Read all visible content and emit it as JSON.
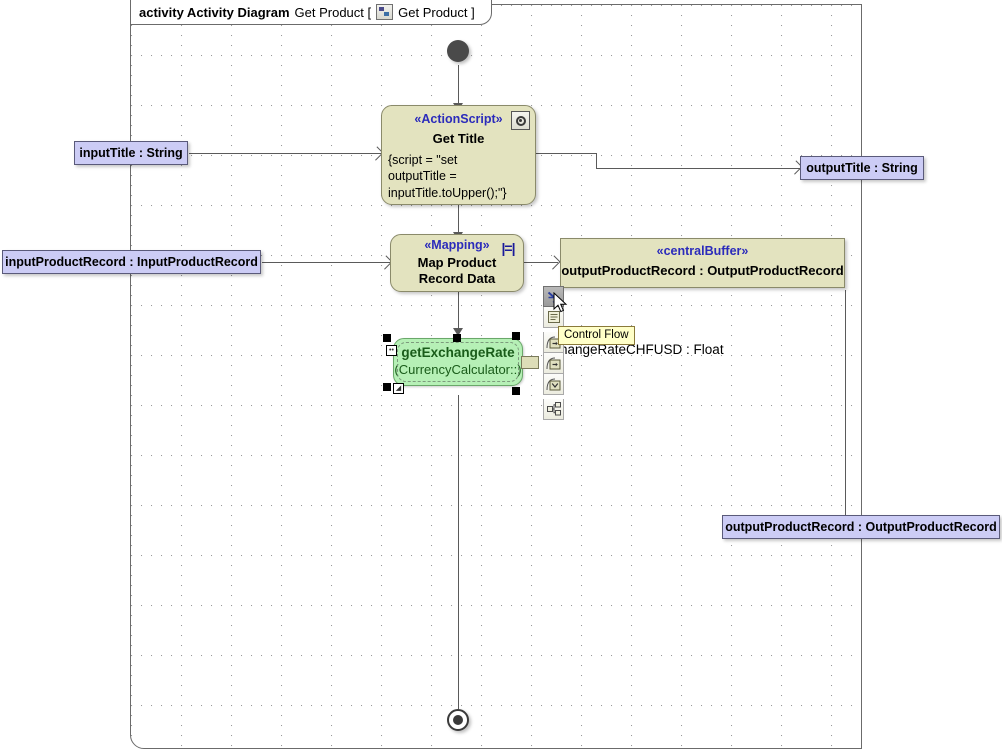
{
  "frame": {
    "keyword": "activity Activity Diagram",
    "name": "Get Product [",
    "icon": "activity-diagram-icon",
    "context": "Get Product ]"
  },
  "nodes": {
    "initial": {
      "name": "initial-node"
    },
    "final": {
      "name": "activity-final-node"
    },
    "get_title": {
      "stereotype": "«ActionScript»",
      "name": "Get Title",
      "body_line1": "{script = \"set",
      "body_line2": "outputTitle =",
      "body_line3": "inputTitle.toUpper();\"}",
      "badge": "script-badge-icon"
    },
    "map_product": {
      "stereotype": "«Mapping»",
      "name_line1": "Map Product",
      "name_line2": "Record Data",
      "badge": "mapping-badge-icon"
    },
    "central_buffer": {
      "stereotype": "«centralBuffer»",
      "name": "outputProductRecord : OutputProductRecord"
    },
    "get_exchange_rate": {
      "name": "getExchangeRate",
      "subtitle": "(CurrencyCalculator::)",
      "selected": true
    }
  },
  "parameters": {
    "input_title": "inputTitle : String",
    "input_product_record": "inputProductRecord : InputProductRecord",
    "output_title": "outputTitle : String",
    "output_product_record": "outputProductRecord : OutputProductRecord"
  },
  "occluded_pin_label": "hangeRateCHFUSD : Float",
  "tooltip": {
    "text": "Control Flow"
  },
  "palette": {
    "items": [
      {
        "name": "select-tool",
        "icon": "arrow-insert-icon",
        "selected": true
      },
      {
        "name": "note-tool",
        "icon": "note-icon",
        "selected": false
      },
      {
        "name": "control-flow-tool",
        "icon": "control-flow-icon",
        "selected": false
      },
      {
        "name": "object-flow-tool",
        "icon": "object-flow-icon",
        "selected": false
      },
      {
        "name": "exception-handler-tool",
        "icon": "exception-handler-icon",
        "selected": false
      },
      {
        "name": "structure-tool",
        "icon": "structure-icon",
        "selected": false
      }
    ]
  },
  "colors": {
    "action_fill": "#e3e3bf",
    "action_stroke": "#8a8a6a",
    "param_fill": "#ccccf5",
    "selected_fill": "#b6f0b6",
    "stereotype_text": "#2b2bbb",
    "tooltip_fill": "#ffffc8"
  }
}
